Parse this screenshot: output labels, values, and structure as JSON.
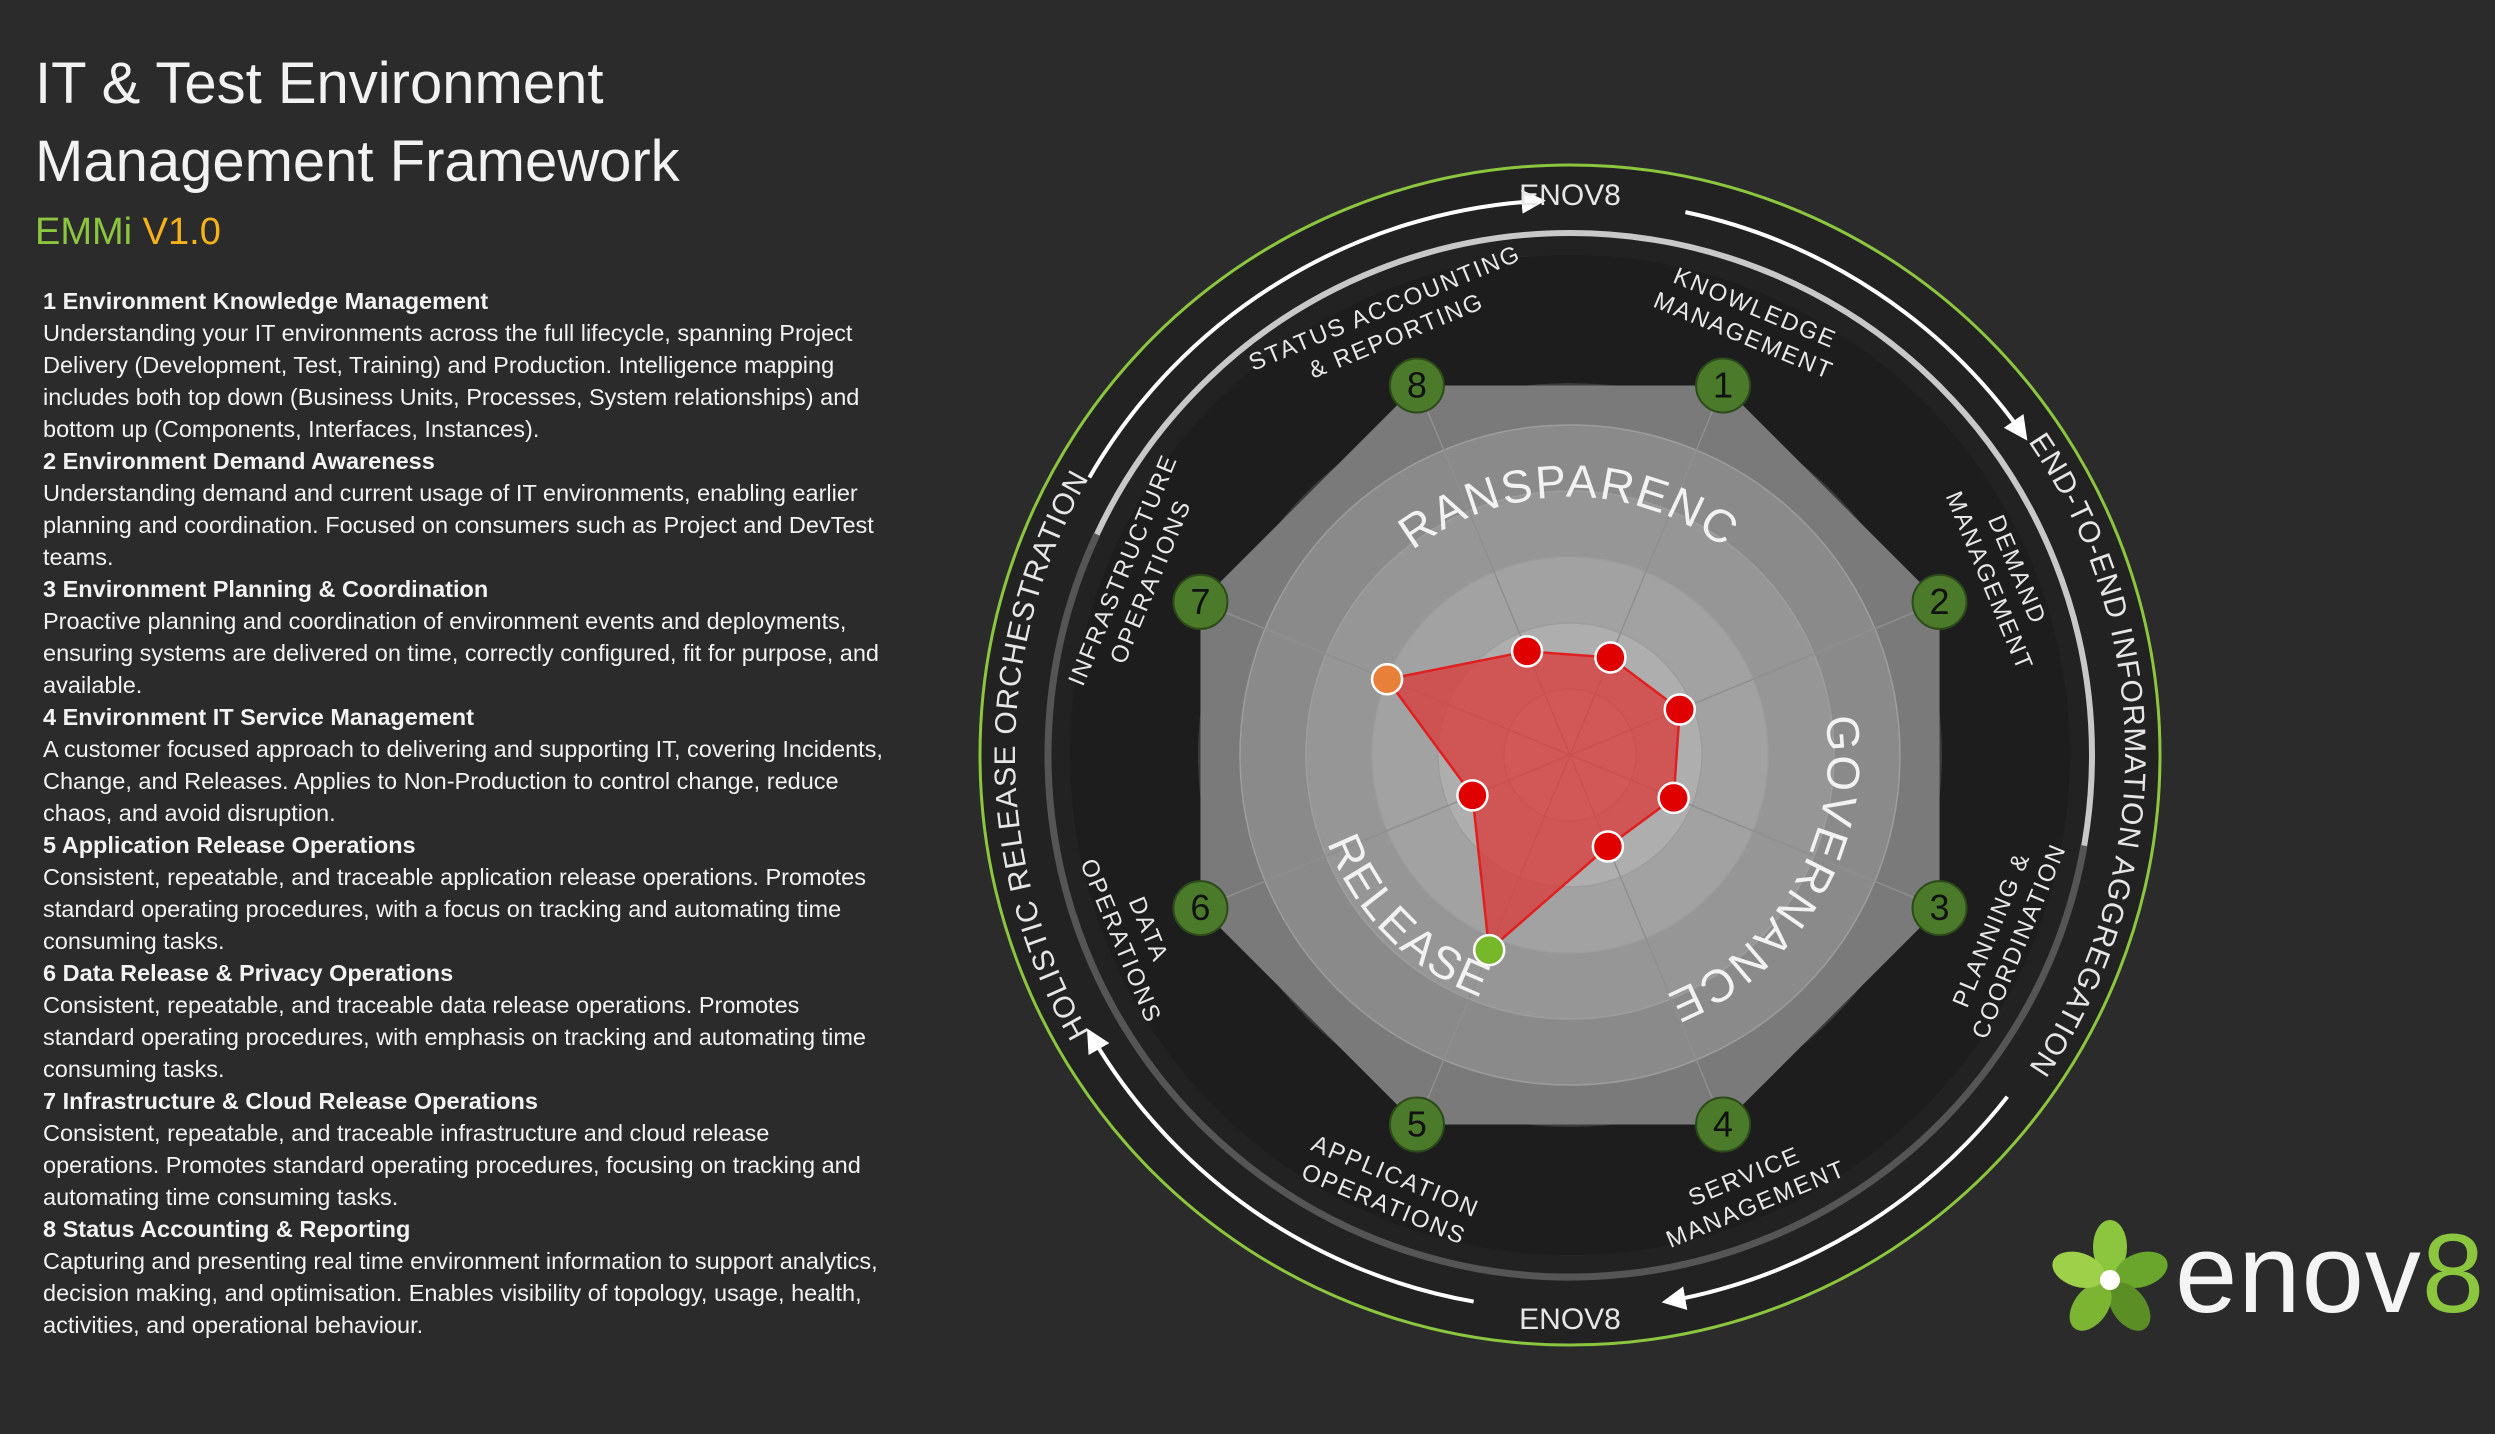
{
  "header": {
    "title_line1": "IT & Test Environment",
    "title_line2": "Management Framework",
    "subtitle_a": "EMMi",
    "subtitle_b": "V1.0"
  },
  "descriptions": [
    {
      "heading": "1 Environment Knowledge Management",
      "body": "Understanding your IT environments across the full lifecycle, spanning Project Delivery (Development, Test, Training) and Production. Intelligence mapping includes both top down (Business Units, Processes, System relationships) and bottom up (Components, Interfaces, Instances)."
    },
    {
      "heading": "2 Environment Demand Awareness",
      "body": "Understanding demand and current usage of IT environments, enabling earlier planning and coordination. Focused on consumers such as Project and DevTest teams."
    },
    {
      "heading": "3 Environment Planning & Coordination",
      "body": "Proactive planning and coordination of environment events and deployments, ensuring systems are delivered on time, correctly configured, fit for purpose, and available."
    },
    {
      "heading": "4 Environment IT Service Management",
      "body": "A customer focused approach to delivering and supporting IT, covering Incidents, Change, and Releases. Applies to Non-Production to control change, reduce chaos, and avoid disruption."
    },
    {
      "heading": "5 Application Release Operations",
      "body": "Consistent, repeatable, and traceable application release operations. Promotes standard operating procedures, with a focus on tracking and automating time consuming tasks."
    },
    {
      "heading": "6 Data Release & Privacy Operations",
      "body": "Consistent, repeatable, and traceable data release operations. Promotes standard operating procedures, with emphasis on tracking and automating time consuming tasks."
    },
    {
      "heading": "7 Infrastructure & Cloud Release Operations",
      "body": "Consistent, repeatable, and traceable infrastructure and cloud release operations. Promotes standard operating procedures, focusing on tracking and automating time consuming tasks."
    },
    {
      "heading": "8 Status Accounting & Reporting",
      "body": "Capturing and presenting real time environment information to support analytics, decision making, and optimisation. Enables visibility of topology, usage, health, activities, and operational behaviour."
    }
  ],
  "ring": {
    "top_label": "ENOV8",
    "bottom_label": "ENOV8",
    "left_label": "HOLISTIC RELEASE ORCHESTRATION",
    "right_label": "END-TO-END INFORMATION AGGREGATION"
  },
  "sections": {
    "top": "TRANSPARENCY",
    "right": "GOVERNANCE",
    "left": "RELEASE"
  },
  "axes": [
    {
      "num": "1",
      "line1": "KNOWLEDGE",
      "line2": "MANAGEMENT"
    },
    {
      "num": "2",
      "line1": "DEMAND",
      "line2": "MANAGEMENT"
    },
    {
      "num": "3",
      "line1": "PLANNING &",
      "line2": "COORDINATION"
    },
    {
      "num": "4",
      "line1": "SERVICE",
      "line2": "MANAGEMENT"
    },
    {
      "num": "5",
      "line1": "APPLICATION",
      "line2": "OPERATIONS"
    },
    {
      "num": "6",
      "line1": "DATA",
      "line2": "OPERATIONS"
    },
    {
      "num": "7",
      "line1": "INFRASTRUCTURE",
      "line2": "OPERATIONS"
    },
    {
      "num": "8",
      "line1": "STATUS ACCOUNTING",
      "line2": "& REPORTING"
    }
  ],
  "radar": {
    "levels": 5,
    "values": [
      1.6,
      1.8,
      1.7,
      1.5,
      3.2,
      1.6,
      3.0,
      1.7
    ],
    "point_colors": [
      "#e00000",
      "#e00000",
      "#e00000",
      "#e00000",
      "#76b82a",
      "#e00000",
      "#e8803a",
      "#e00000"
    ]
  },
  "colors": {
    "background": "#2b2b2b",
    "accent_green": "#8cc63f",
    "accent_orange": "#f7b21b",
    "node_green": "#4a7a2a",
    "radar_fill": "#d84040"
  },
  "logo": {
    "word": "enov",
    "accent": "8"
  }
}
